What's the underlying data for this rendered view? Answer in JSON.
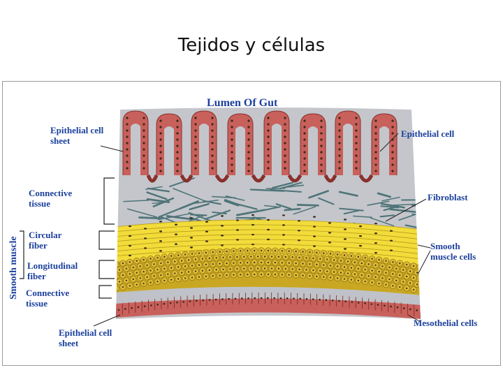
{
  "slide": {
    "title": "Tejidos y células"
  },
  "diagram": {
    "lumen": "Lumen Of Gut",
    "labels": {
      "epithelial_sheet_top": "Epithelial cell\nsheet",
      "connective_top": "Connective\ntissue",
      "circular": "Circular\nfiber",
      "longitudinal": "Longitudinal\nfiber",
      "connective_bottom": "Connective\ntissue",
      "epithelial_sheet_bottom": "Epithelial cell\nsheet",
      "epithelial_cell": "Epithelial cell",
      "fibroblast": "Fibroblast",
      "smooth_muscle_cells": "Smooth\nmuscle cells",
      "mesothelial": "Mesothelial cells",
      "smooth_muscle": "Smooth muscle"
    },
    "colors": {
      "label": "#1b3f9c",
      "epithelium": "#c8605c",
      "connective": "#c4c6cb",
      "fiber": "#4e7478",
      "muscle_circular": "#f2dc3a",
      "muscle_longitudinal": "#c9a722",
      "nucleus": "#3a2a18"
    },
    "icons": [
      "villus-icon",
      "fibroblast-icon",
      "muscle-cell-icon",
      "nucleus-icon"
    ]
  }
}
